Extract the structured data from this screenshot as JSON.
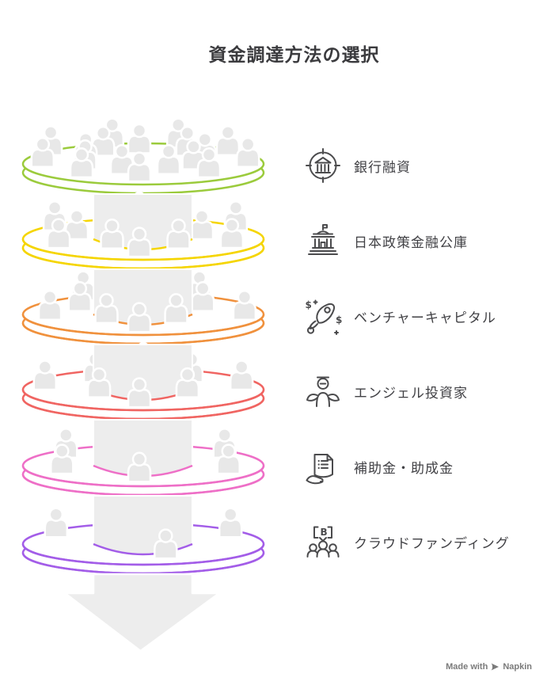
{
  "title": "資金調達方法の選択",
  "funnel": {
    "levels": [
      {
        "label": "銀行融資",
        "icon": "bank-target-icon",
        "color": "#9bcb3c",
        "people": 18
      },
      {
        "label": "日本政策金融公庫",
        "icon": "government-building-icon",
        "color": "#f5d500",
        "people": 12
      },
      {
        "label": "ベンチャーキャピタル",
        "icon": "rocket-dollar-icon",
        "color": "#f0913d",
        "people": 10
      },
      {
        "label": "エンジェル投資家",
        "icon": "angel-icon",
        "color": "#f06562",
        "people": 8
      },
      {
        "label": "補助金・助成金",
        "icon": "hand-document-icon",
        "color": "#ee6fc7",
        "people": 6
      },
      {
        "label": "クラウドファンディング",
        "icon": "crowd-coin-icon",
        "color": "#a35de8",
        "people": 3
      }
    ]
  },
  "colors": {
    "icon_stroke": "#4b4b4d",
    "person_fill": "#e8e8e8",
    "arrow_fill": "#ededed",
    "title_text": "#3b3b3e",
    "label_text": "#414145",
    "watermark_text": "#7b7b7b"
  },
  "watermark": {
    "prefix": "Made with",
    "brand": "Napkin"
  }
}
